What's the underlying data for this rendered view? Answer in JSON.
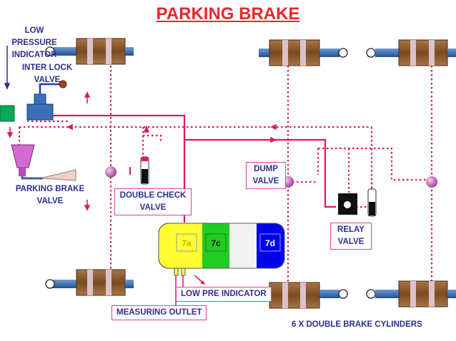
{
  "title": "PARKING BRAKE",
  "labels": {
    "low_pressure_indicator": "LOW PRESSURE\nINDICATOR",
    "inter_lock_valve": "INTER LOCK\nVALVE",
    "parking_brake_valve": "PARKING BRAKE\nVALVE",
    "double_check_valve": "DOUBLE CHECK\nVALVE",
    "dump_valve": "DUMP\nVALVE",
    "relay_valve": "RELAY\nVALVE",
    "low_pre_indicator": "LOW PRE INDICATOR",
    "measuring_outlet": "MEASURING OUTLET",
    "cylinders": "6 X DOUBLE BRAKE CYLINDERS"
  },
  "tank_sections": [
    "7a",
    "7c",
    "",
    "7d"
  ],
  "colors": {
    "title": "#e8272d",
    "label_text": "#2b2f8f",
    "pipe_solid": "#e0185a",
    "pipe_dotted": "#e0185a",
    "cylinder_body": "#8b5a2b",
    "rod": "#3f6fb5",
    "tank_yellow": "#ffff33",
    "tank_green": "#22cc22",
    "tank_blue": "#0000ee"
  }
}
